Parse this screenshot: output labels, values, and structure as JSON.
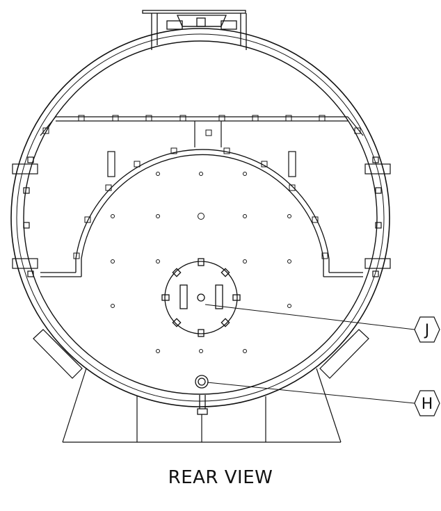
{
  "title": "REAR VIEW",
  "callouts": [
    {
      "id": "J",
      "label": "J"
    },
    {
      "id": "H",
      "label": "H"
    }
  ],
  "colors": {
    "line": "#111111",
    "background": "#ffffff"
  }
}
